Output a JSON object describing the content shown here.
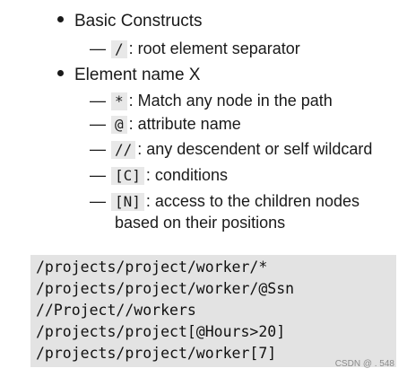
{
  "slide": {
    "bullets": [
      {
        "text": "Basic Constructs",
        "items": [
          {
            "code": "/",
            "text": ": root element separator"
          }
        ]
      },
      {
        "text": "Element name X",
        "items": [
          {
            "code": "*",
            "text": ": Match any node in the path"
          },
          {
            "code": "@",
            "text": ": attribute name"
          },
          {
            "code": "//",
            "text": ": any descendent or self wildcard"
          },
          {
            "code": "[C]",
            "text": ": conditions"
          },
          {
            "code": "[N]",
            "text": ": access to the children nodes",
            "continuation": "based on their positions"
          }
        ]
      }
    ],
    "code_lines": [
      "/projects/project/worker/*",
      "/projects/project/worker/@Ssn",
      "//Project//workers",
      "/projects/project[@Hours>20]",
      "/projects/project/worker[7]"
    ],
    "watermark": "CSDN @ . 548"
  }
}
